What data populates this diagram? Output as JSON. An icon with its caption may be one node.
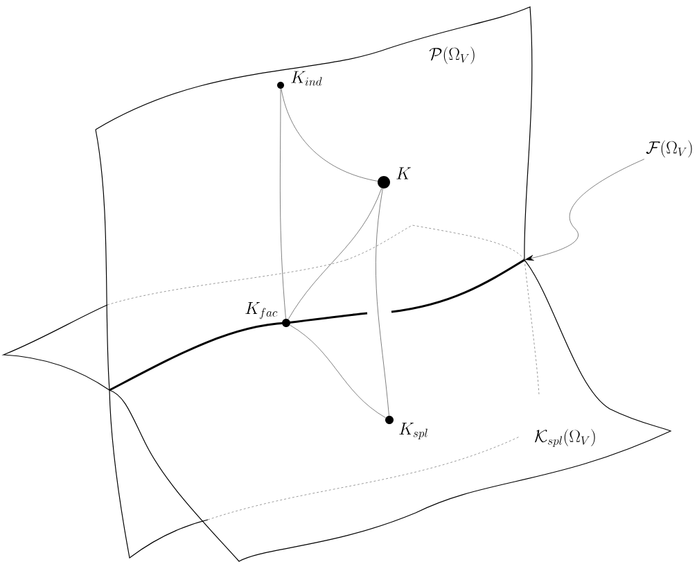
{
  "diagram": {
    "nodes": [
      {
        "text": [
          "K_{ind}"
        ]
      },
      {
        "text": [
          "K"
        ]
      },
      {
        "text": [
          "K_{fac}"
        ]
      },
      {
        "text": [
          "K_{spl}"
        ]
      },
      {
        "text": [
          "\\mathcal{F}(\\Omega_V)"
        ]
      }
    ],
    "edges": [
      {
        "from": 0,
        "to": 1,
        "arrow": "none"
      },
      {
        "from": 0,
        "to": 2,
        "arrow": "none"
      },
      {
        "from": 1,
        "to": 2,
        "arrow": "none"
      },
      {
        "from": 1,
        "to": 3,
        "arrow": "none"
      },
      {
        "from": 2,
        "to": 3,
        "arrow": "none"
      },
      {
        "from": 4,
        "to": null,
        "arrow": "to"
      }
    ],
    "labels": [
      "\\mathcal{P}(\\Omega_V)",
      "\\mathcal{K}_{spl}(\\Omega_V)"
    ]
  }
}
